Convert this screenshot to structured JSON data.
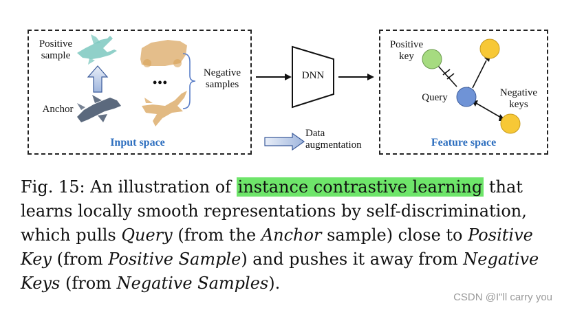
{
  "diagram": {
    "input_panel": {
      "title": "Input space",
      "positive_label": [
        "Positive",
        "sample"
      ],
      "anchor_label": "Anchor",
      "negative_label": [
        "Negative",
        "samples"
      ],
      "dots": "•••"
    },
    "dnn_label": "DNN",
    "legend": {
      "label": [
        "Data",
        "augmentation"
      ]
    },
    "feature_panel": {
      "title": "Feature space",
      "positive_key_label": [
        "Positive",
        "key"
      ],
      "query_label": "Query",
      "negative_keys_label": [
        "Negative",
        "keys"
      ]
    },
    "colors": {
      "accent_blue": "#2e6fbf",
      "positive_key": "#a6db80",
      "query": "#6f93d6",
      "negative_key": "#f7c836"
    }
  },
  "caption": {
    "line1_prefix": "Fig. 15: An illustration of ",
    "line1_highlight": "instance contrastive learning",
    "line1_suffix": " that",
    "line2": "learns locally smooth representations by self-discrimination,",
    "line3_a": "which pulls ",
    "line3_query": "Query",
    "line3_b": " (from the ",
    "line3_anchor": "Anchor",
    "line3_c": " sample) close to ",
    "line3_positive": "Positive",
    "line4_key": "Key",
    "line4_a": " (from ",
    "line4_positive_sample": "Positive Sample",
    "line4_b": ") and pushes it away from ",
    "line4_negative": "Negative",
    "line5_keys": "Keys",
    "line5_a": " (from ",
    "line5_negative_samples": "Negative Samples",
    "line5_b": ")."
  },
  "watermark": "CSDN @I\"ll  carry  you"
}
